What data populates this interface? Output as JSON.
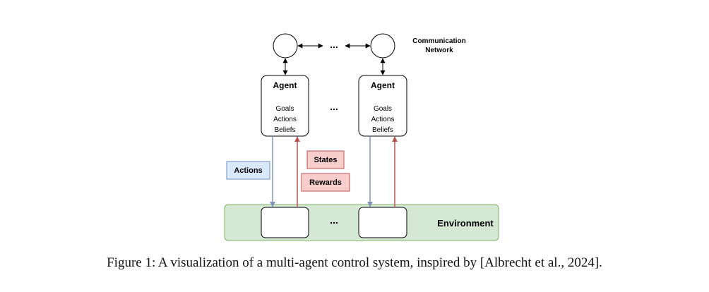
{
  "figure": {
    "caption": "Figure 1: A visualization of a multi-agent control system, inspired by [Albrecht et al., 2024].",
    "network_label_line1": "Communication",
    "network_label_line2": "Network",
    "ellipsis": "...",
    "agents": [
      {
        "title": "Agent",
        "attributes": [
          "Goals",
          "Actions",
          "Beliefs"
        ]
      },
      {
        "title": "Agent",
        "attributes": [
          "Goals",
          "Actions",
          "Beliefs"
        ]
      }
    ],
    "actions_label": "Actions",
    "states_label": "States",
    "rewards_label": "Rewards",
    "environment_label": "Environment",
    "colors": {
      "actions_arrow": "#7f93b8",
      "actions_box_fill": "#dae8fc",
      "actions_box_stroke": "#6c8ebf",
      "feedback_arrow": "#b85450",
      "feedback_box_fill": "#f8cecc",
      "feedback_box_stroke": "#b85450",
      "environment_fill": "#d5e8d4",
      "environment_stroke": "#82b366",
      "stroke": "#000000"
    }
  }
}
